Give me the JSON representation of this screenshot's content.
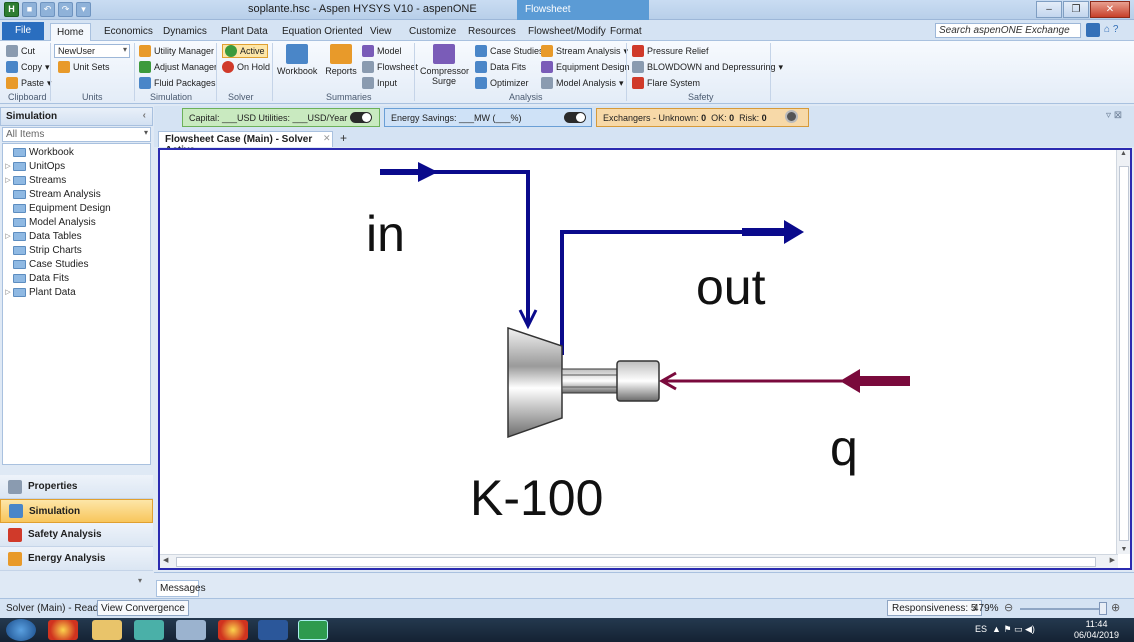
{
  "window": {
    "title": "soplante.hsc - Aspen HYSYS V10 - aspenONE",
    "context_tab": "Flowsheet"
  },
  "ribbon_tabs": [
    "File",
    "Home",
    "Economics",
    "Dynamics",
    "Plant Data",
    "Equation Oriented",
    "View",
    "Customize",
    "Resources",
    "Flowsheet/Modify",
    "Format"
  ],
  "search_placeholder": "Search aspenONE Exchange",
  "ribbon": {
    "clipboard": {
      "cut": "Cut",
      "copy": "Copy",
      "paste": "Paste",
      "label": "Clipboard"
    },
    "units": {
      "unit_set_value": "NewUser",
      "unit_sets": "Unit Sets",
      "label": "Units"
    },
    "simulation": {
      "utility_manager": "Utility Manager",
      "adjust_manager": "Adjust Manager",
      "fluid_packages": "Fluid Packages",
      "label": "Simulation"
    },
    "solver": {
      "active": "Active",
      "on_hold": "On Hold",
      "label": "Solver"
    },
    "summaries": {
      "workbook": "Workbook",
      "reports": "Reports",
      "model": "Model",
      "flowsheet": "Flowsheet",
      "input": "Input",
      "label": "Summaries"
    },
    "analysis": {
      "compressor_surge": "Compressor Surge",
      "case_studies": "Case Studies",
      "data_fits": "Data Fits",
      "optimizer": "Optimizer",
      "stream_analysis": "Stream Analysis",
      "equipment_design": "Equipment Design",
      "model_analysis": "Model Analysis",
      "label": "Analysis"
    },
    "safety": {
      "pressure_relief": "Pressure Relief",
      "blowdown": "BLOWDOWN and Depressuring",
      "flare_system": "Flare System",
      "label": "Safety"
    }
  },
  "nav": {
    "header": "Simulation",
    "filter": "All Items",
    "tree": [
      {
        "label": "Workbook",
        "expandable": false
      },
      {
        "label": "UnitOps",
        "expandable": true
      },
      {
        "label": "Streams",
        "expandable": true
      },
      {
        "label": "Stream Analysis",
        "expandable": false
      },
      {
        "label": "Equipment Design",
        "expandable": false
      },
      {
        "label": "Model Analysis",
        "expandable": false
      },
      {
        "label": "Data Tables",
        "expandable": true
      },
      {
        "label": "Strip Charts",
        "expandable": false
      },
      {
        "label": "Case Studies",
        "expandable": false
      },
      {
        "label": "Data Fits",
        "expandable": false
      },
      {
        "label": "Plant Data",
        "expandable": true
      }
    ],
    "bottom": [
      "Properties",
      "Simulation",
      "Safety Analysis",
      "Energy Analysis"
    ]
  },
  "indicators": {
    "capital": "Capital: ___USD  Utilities: ___USD/Year",
    "energy": "Energy Savings: ___MW  (___%)",
    "exchangers_label": "Exchangers -  Unknown:",
    "unknown": "0",
    "ok_label": "OK:",
    "ok": "0",
    "risk_label": "Risk:",
    "risk": "0"
  },
  "document_tab": "Flowsheet Case (Main) - Solver Active",
  "flowsheet": {
    "stream_in": "in",
    "stream_out": "out",
    "stream_q": "q",
    "unit": "K-100",
    "colors": {
      "material": "#0a0a8c",
      "energy": "#7a0a3c"
    }
  },
  "messages_tab": "Messages",
  "status": {
    "solver": "Solver (Main) - Ready",
    "view_convergence": "View Convergence",
    "responsiveness": "Responsiveness: 5",
    "zoom": "479%"
  },
  "tray": {
    "lang": "ES",
    "time": "11:44",
    "date": "06/04/2019"
  }
}
